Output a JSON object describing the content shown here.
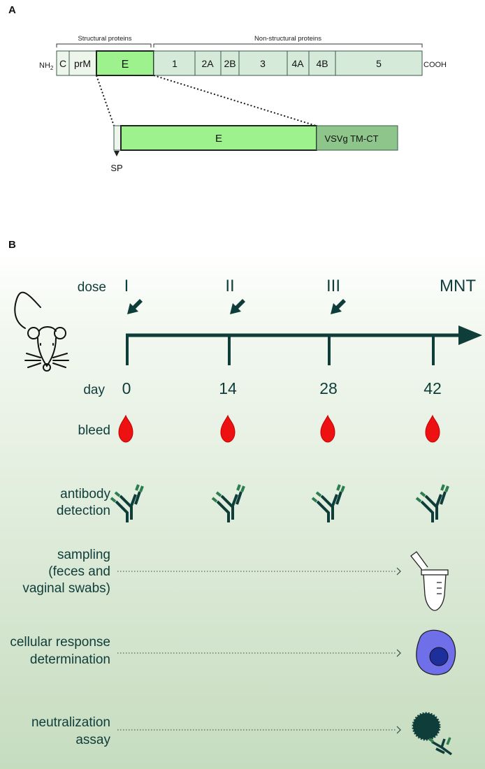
{
  "panel_a": {
    "letter": "A",
    "structural_label": "Structural proteins",
    "nonstructural_label": "Non-structural proteins",
    "nh2_prefix": "NH",
    "nh2_subscript": "2",
    "cooh": "COOH",
    "segments": [
      "C",
      "prM",
      "E",
      "1",
      "2A",
      "2B",
      "3",
      "4A",
      "4B",
      "5"
    ],
    "construct": {
      "e_label": "E",
      "tmct_label": "VSVg TM-CT",
      "sp_label": "SP"
    },
    "colors": {
      "light": "#d5ead8",
      "e_bright": "#9ef28e",
      "tmct": "#8ec58a",
      "sp": "#eef5ec"
    }
  },
  "panel_b": {
    "letter": "B",
    "row_labels": {
      "dose": "dose",
      "day": "day",
      "bleed": "bleed",
      "antibody_1": "antibody",
      "antibody_2": "detection",
      "sampling_1": "sampling",
      "sampling_2": "(feces and",
      "sampling_3": "vaginal swabs)",
      "cellular_1": "cellular response",
      "cellular_2": "determination",
      "neut_1": "neutralization",
      "neut_2": "assay"
    },
    "doses": [
      "I",
      "II",
      "III"
    ],
    "mnt": "MNT",
    "days": [
      "0",
      "14",
      "28",
      "42"
    ],
    "icons": [
      "mouse-icon",
      "arrow-icon",
      "blood-drop-icon",
      "antibody-icon",
      "sample-tube-icon",
      "cell-icon",
      "virus-antibody-icon"
    ],
    "colors": {
      "dark": "#0f3d3a",
      "blood": "#ee1111",
      "cell": "#6f6fea",
      "nucleus": "#1c2f9a",
      "bg_top": "#ffffff",
      "bg_bottom": "#c6dcbf"
    }
  }
}
